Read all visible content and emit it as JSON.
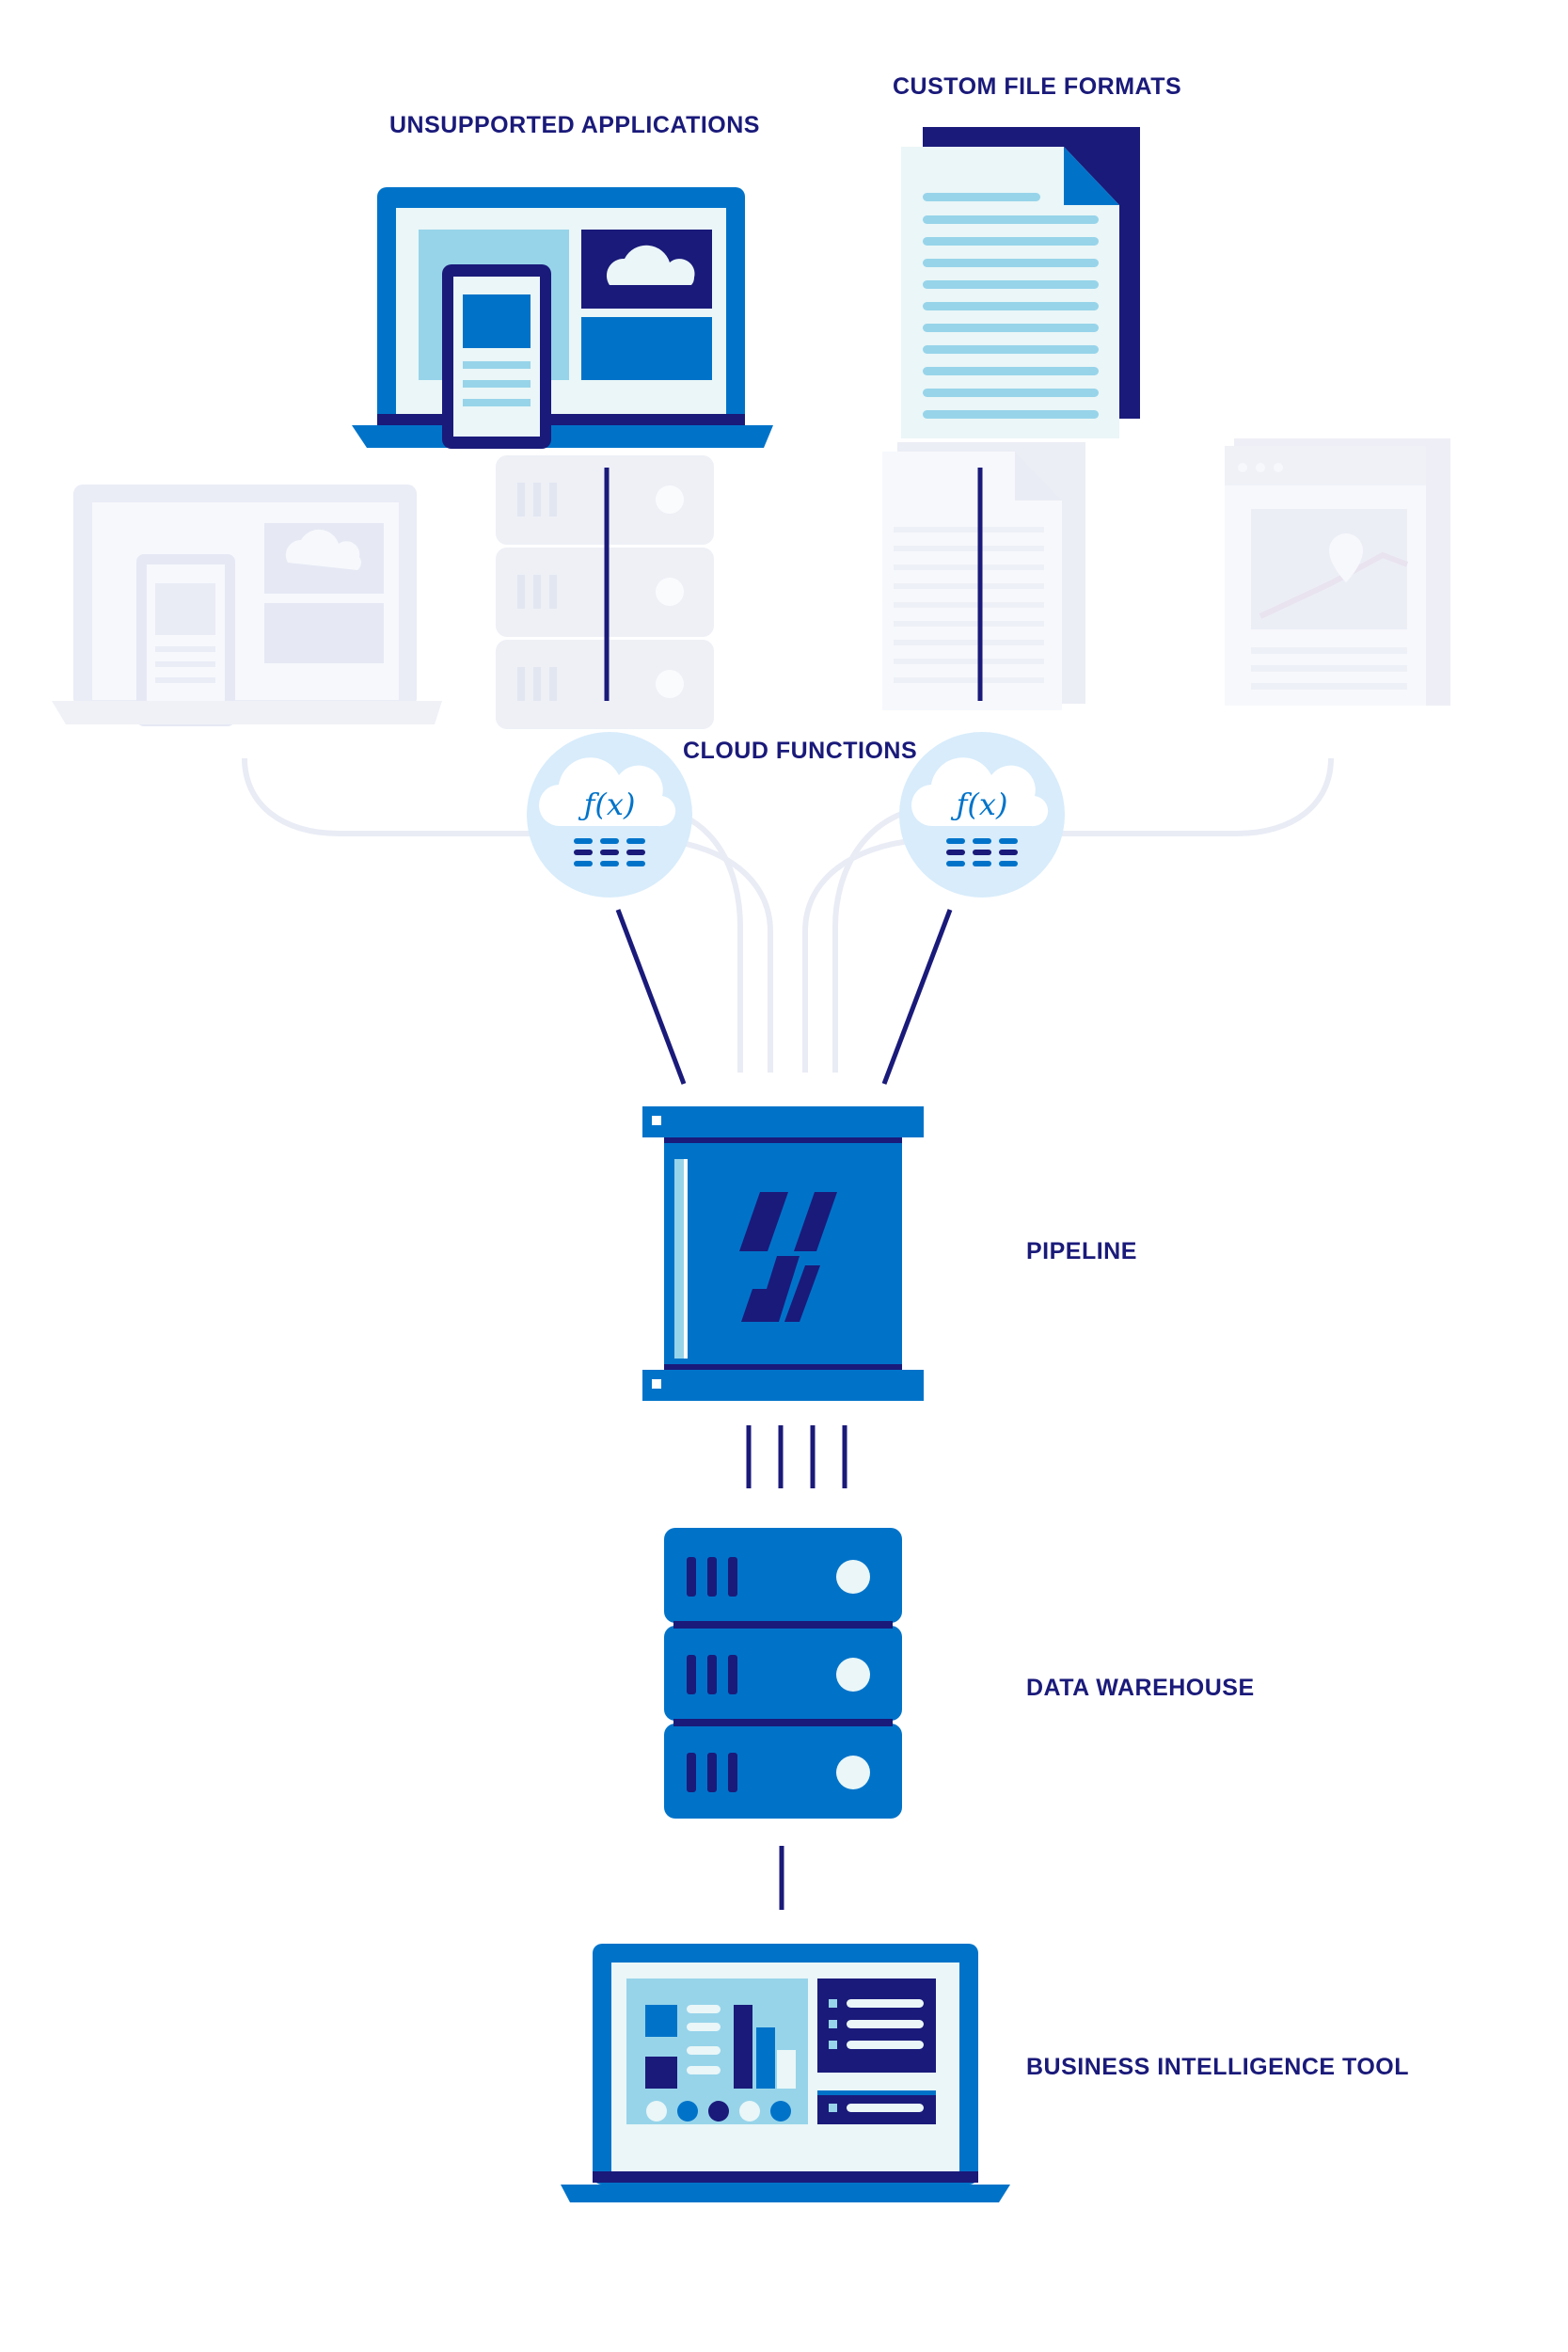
{
  "colors": {
    "navy": "#1a1a7a",
    "blue": "#0073c9",
    "light_blue": "#97d4ea",
    "pale": "#eaf6f7",
    "faded": "#e9ecf5",
    "cloud_circle": "#d8ecfb"
  },
  "labels": {
    "unsupported_applications": "UNSUPPORTED APPLICATIONS",
    "custom_file_formats": "CUSTOM FILE FORMATS",
    "cloud_functions": "CLOUD FUNCTIONS",
    "pipeline": "PIPELINE",
    "data_warehouse": "DATA WAREHOUSE",
    "business_intelligence_tool": "BUSINESS INTELLIGENCE TOOL"
  },
  "cloud_function_symbol": "ƒ(x)",
  "icons": {
    "unsupported_applications": "laptop-with-phone-icon",
    "custom_file_formats": "document-icon",
    "cloud_functions": "cloud-function-icon",
    "pipeline": "pipeline-icon",
    "data_warehouse": "server-stack-icon",
    "business_intelligence_tool": "dashboard-laptop-icon",
    "background_sources": [
      "laptop-icon",
      "server-stack-icon",
      "document-icon",
      "browser-map-icon"
    ]
  }
}
